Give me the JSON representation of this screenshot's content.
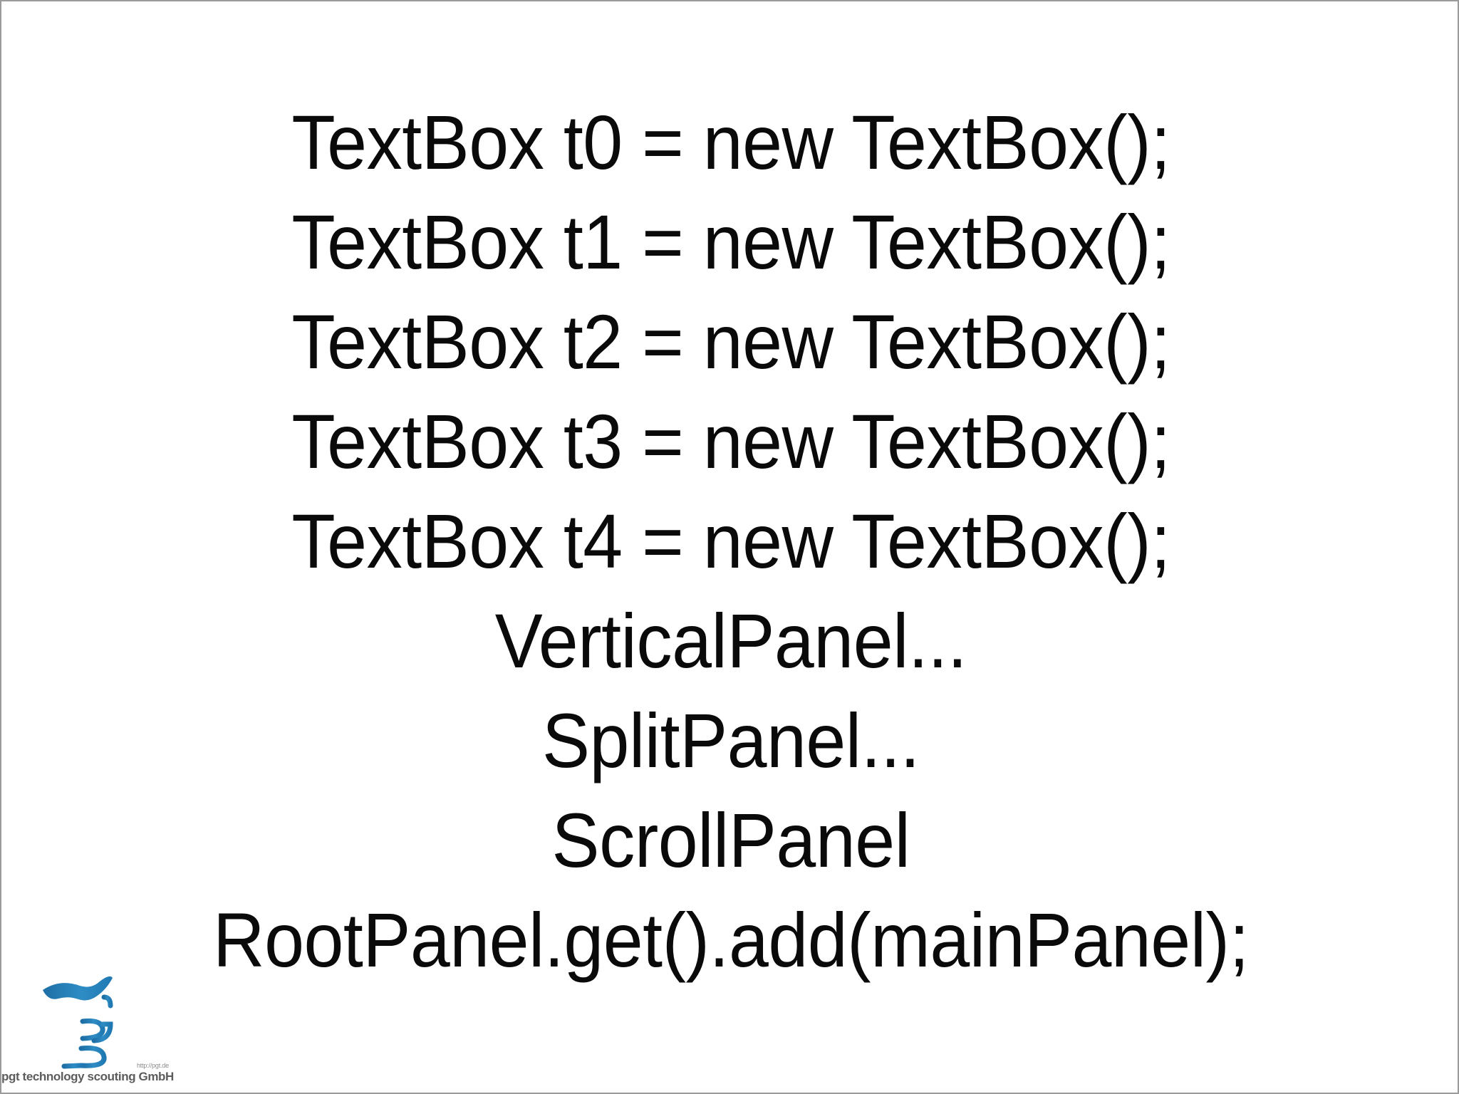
{
  "slide": {
    "background_color": "#ffffff",
    "border_color": "#9a9a9a",
    "text_color": "#0a0a0a",
    "code_lines": [
      {
        "text": "TextBox t0 = new TextBox();"
      },
      {
        "text": "TextBox t1 = new TextBox();"
      },
      {
        "text": "TextBox t2 = new TextBox();"
      },
      {
        "text": "TextBox t3 = new TextBox();"
      },
      {
        "text": "TextBox t4 = new TextBox();"
      },
      {
        "text": "VerticalPanel..."
      },
      {
        "text": "SplitPanel..."
      },
      {
        "text": "ScrollPanel"
      },
      {
        "text": "RootPanel.get().add(mainPanel);"
      }
    ]
  },
  "logo": {
    "wordmark": "pgt",
    "company": "pgt technology scouting GmbH",
    "url": "http://pgt.de",
    "brand_color": "#2e8cc4",
    "brand_color_dark": "#1d6fa5",
    "company_text_color": "#5c5c5c"
  }
}
